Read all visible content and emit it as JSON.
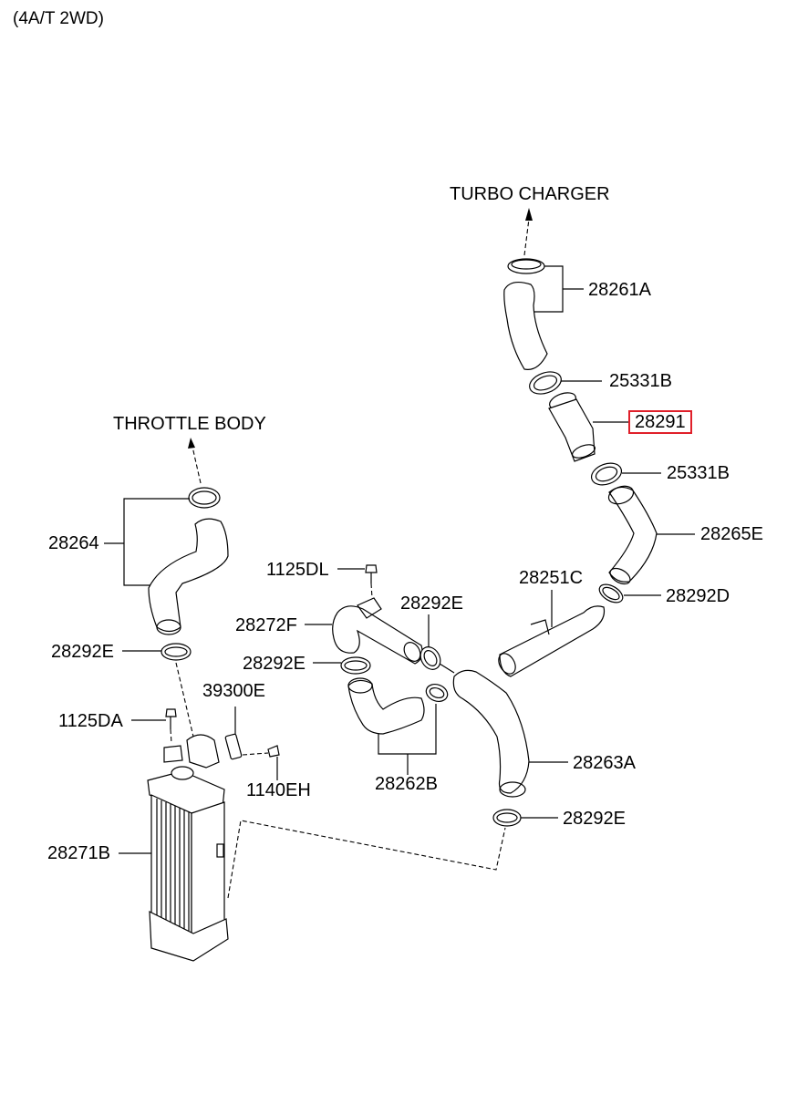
{
  "header": {
    "variant": "(4A/T 2WD)"
  },
  "destinations": {
    "turbo_charger": "TURBO CHARGER",
    "throttle_body": "THROTTLE BODY"
  },
  "highlight_color": "#e0202a",
  "parts": {
    "p28261A": "28261A",
    "p25331B_top": "25331B",
    "p28291": "28291",
    "p25331B_bottom": "25331B",
    "p28265E": "28265E",
    "p28251C": "28251C",
    "p28292D": "28292D",
    "p28264": "28264",
    "p1125DL": "1125DL",
    "p28292E_center": "28292E",
    "p28272F": "28272F",
    "p28292E_left": "28292E",
    "p28292E_mid": "28292E",
    "p39300E": "39300E",
    "p1125DA": "1125DA",
    "p1140EH": "1140EH",
    "p28262B": "28262B",
    "p28263A": "28263A",
    "p28292E_bottom": "28292E",
    "p28271B": "28271B"
  },
  "selected_part": "28291"
}
